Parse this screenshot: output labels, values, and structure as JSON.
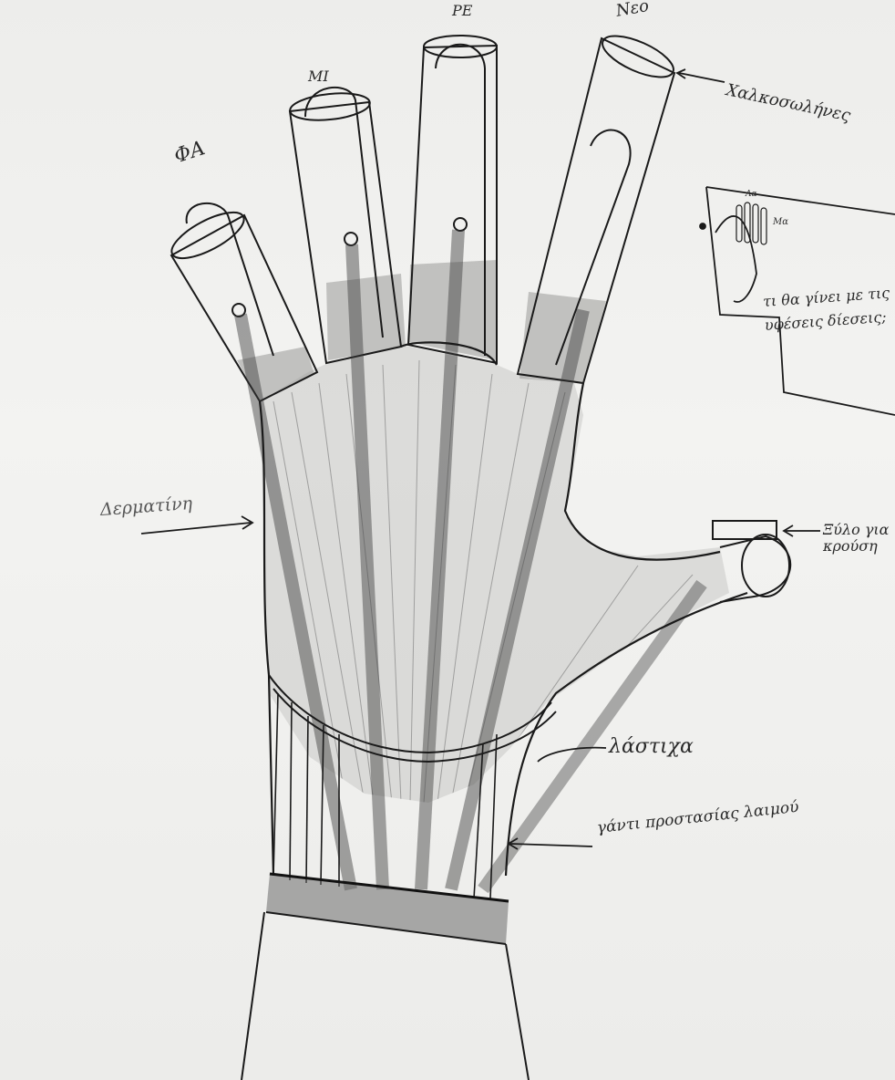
{
  "labels": {
    "finger_1": "ΦΑ",
    "finger_2": "ΜΙ",
    "finger_3": "ΡΕ",
    "finger_4": "Νεο",
    "fingertips_note": "Χαλκοσωλήνες",
    "side_note": "Δερματίνη",
    "thumb_note": "Ξύλο για κρούση",
    "band_note": "λάστιχα",
    "wrist_note": "γάντι προστασίας λαιμού"
  },
  "inset": {
    "finger_labels": [
      "Λα",
      "Μα"
    ],
    "question": "τι θα γίνει με τις υφέσεις δίεσεις;"
  },
  "colors": {
    "paper": "#efefed",
    "ink": "#1a1a1a",
    "pencil_shade": "#7a7a7a",
    "label_ink": "#2a2a2a"
  }
}
